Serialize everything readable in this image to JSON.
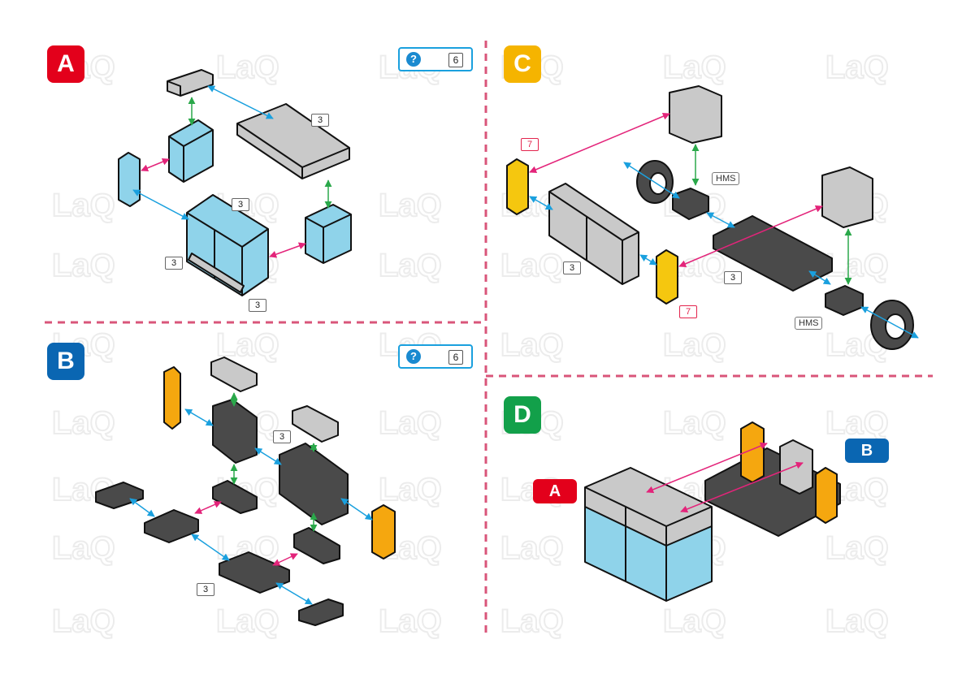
{
  "watermark": {
    "text": "LaQ"
  },
  "colors": {
    "a": "#e3001b",
    "b": "#0a66b2",
    "c": "#f5b400",
    "d": "#12a04a",
    "divider": "#d9557a",
    "arrow_blue": "#1aa0de",
    "arrow_green": "#2aa84a",
    "arrow_pink": "#e3247a",
    "piece_blue": "#8fd3ea",
    "piece_gray": "#c9c9c9",
    "piece_dark": "#4a4a4a",
    "piece_orange": "#f5a70f",
    "piece_yellow": "#f5c70f"
  },
  "panels": {
    "a": {
      "letter": "A",
      "hint_number": "6",
      "counts": [
        "3",
        "3",
        "3",
        "3"
      ]
    },
    "b": {
      "letter": "B",
      "hint_number": "6",
      "counts": [
        "3",
        "3"
      ]
    },
    "c": {
      "letter": "C",
      "counts": [
        "7",
        "3",
        "3",
        "7"
      ],
      "hms_labels": [
        "HMS",
        "HMS"
      ]
    },
    "d": {
      "letter": "D",
      "tag_a": "A",
      "tag_b": "B"
    }
  }
}
